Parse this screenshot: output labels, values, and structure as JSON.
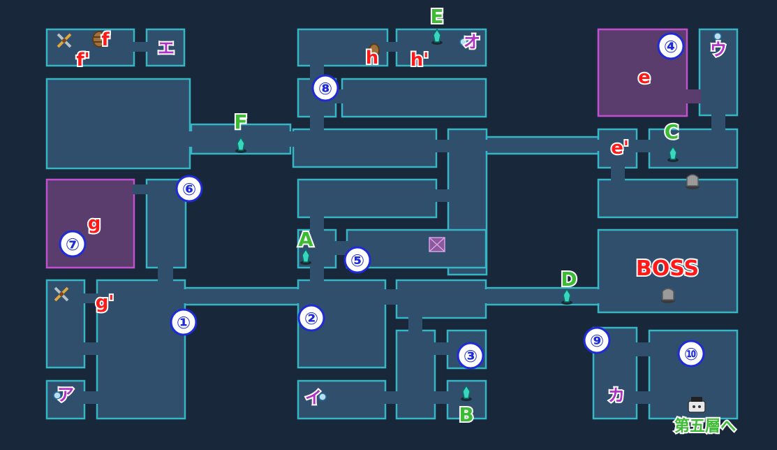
{
  "colors": {
    "background": "#18273a",
    "room_fill": "#2f4f6c",
    "room_border": "#36b6c4",
    "special_room_fill": "#5a3d6c",
    "special_room_border": "#c24fd0",
    "number_marker": "#1f2bd6",
    "red_label": "#ff1a1a",
    "green_label": "#3dbb34",
    "purple_label": "#b02fc4"
  },
  "numbered_markers": [
    "①",
    "②",
    "③",
    "④",
    "⑤",
    "⑥",
    "⑦",
    "⑧",
    "⑨",
    "⑩"
  ],
  "red_labels": [
    "e",
    "e'",
    "f",
    "f'",
    "g",
    "g'",
    "h",
    "h'"
  ],
  "boss_label": "BOSS",
  "green_labels": [
    "A",
    "B",
    "C",
    "D",
    "E",
    "F"
  ],
  "purple_labels": [
    "ア",
    "イ",
    "ウ",
    "エ",
    "オ",
    "カ"
  ],
  "exit_label": "第五層へ",
  "icons": [
    "crystal-save-icon",
    "swords-icon",
    "barrel-icon",
    "orb-icon",
    "stone-pillar-icon",
    "gate-icon",
    "boss-statue-icon"
  ]
}
